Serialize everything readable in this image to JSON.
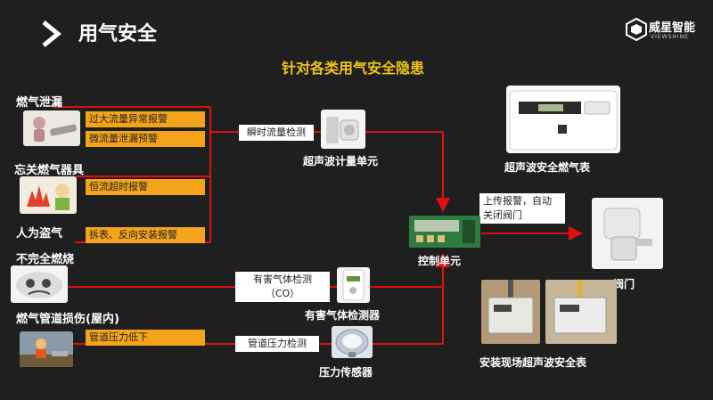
{
  "header": {
    "title": "用气安全",
    "logo_text": "威星智能",
    "logo_sub": "VIEWSHINE"
  },
  "subtitle": "针对各类用气安全隐患",
  "hazards": [
    "燃气泄漏",
    "忘关燃气器具",
    "人为盗气",
    "不完全燃烧",
    "燃气管道损伤(屋内)"
  ],
  "alarms": [
    "过大流量异常报警",
    "微流量泄漏预警",
    "恒流超时报警",
    "拆表、反向安装报警",
    "管道压力低下"
  ],
  "detections": {
    "flow": "瞬时流量检测",
    "gas_line1": "有害气体检测",
    "gas_line2": "（CO）",
    "pressure": "管道压力检测",
    "upload_line1": "上传报警，自动",
    "upload_line2": "关闭阀门"
  },
  "devices": {
    "ultrasonic_unit": "超声波计量单元",
    "gas_detector": "有害气体检测器",
    "pressure_sensor": "压力传感器",
    "control_unit": "控制单元",
    "meter": "超声波安全燃气表",
    "valve": "阀门",
    "site": "安装现场超声波安全表"
  },
  "colors": {
    "line": "#e01010",
    "alarm": "#f4a41a",
    "subtitle": "#f0c419",
    "background": "#1f1f1f"
  }
}
